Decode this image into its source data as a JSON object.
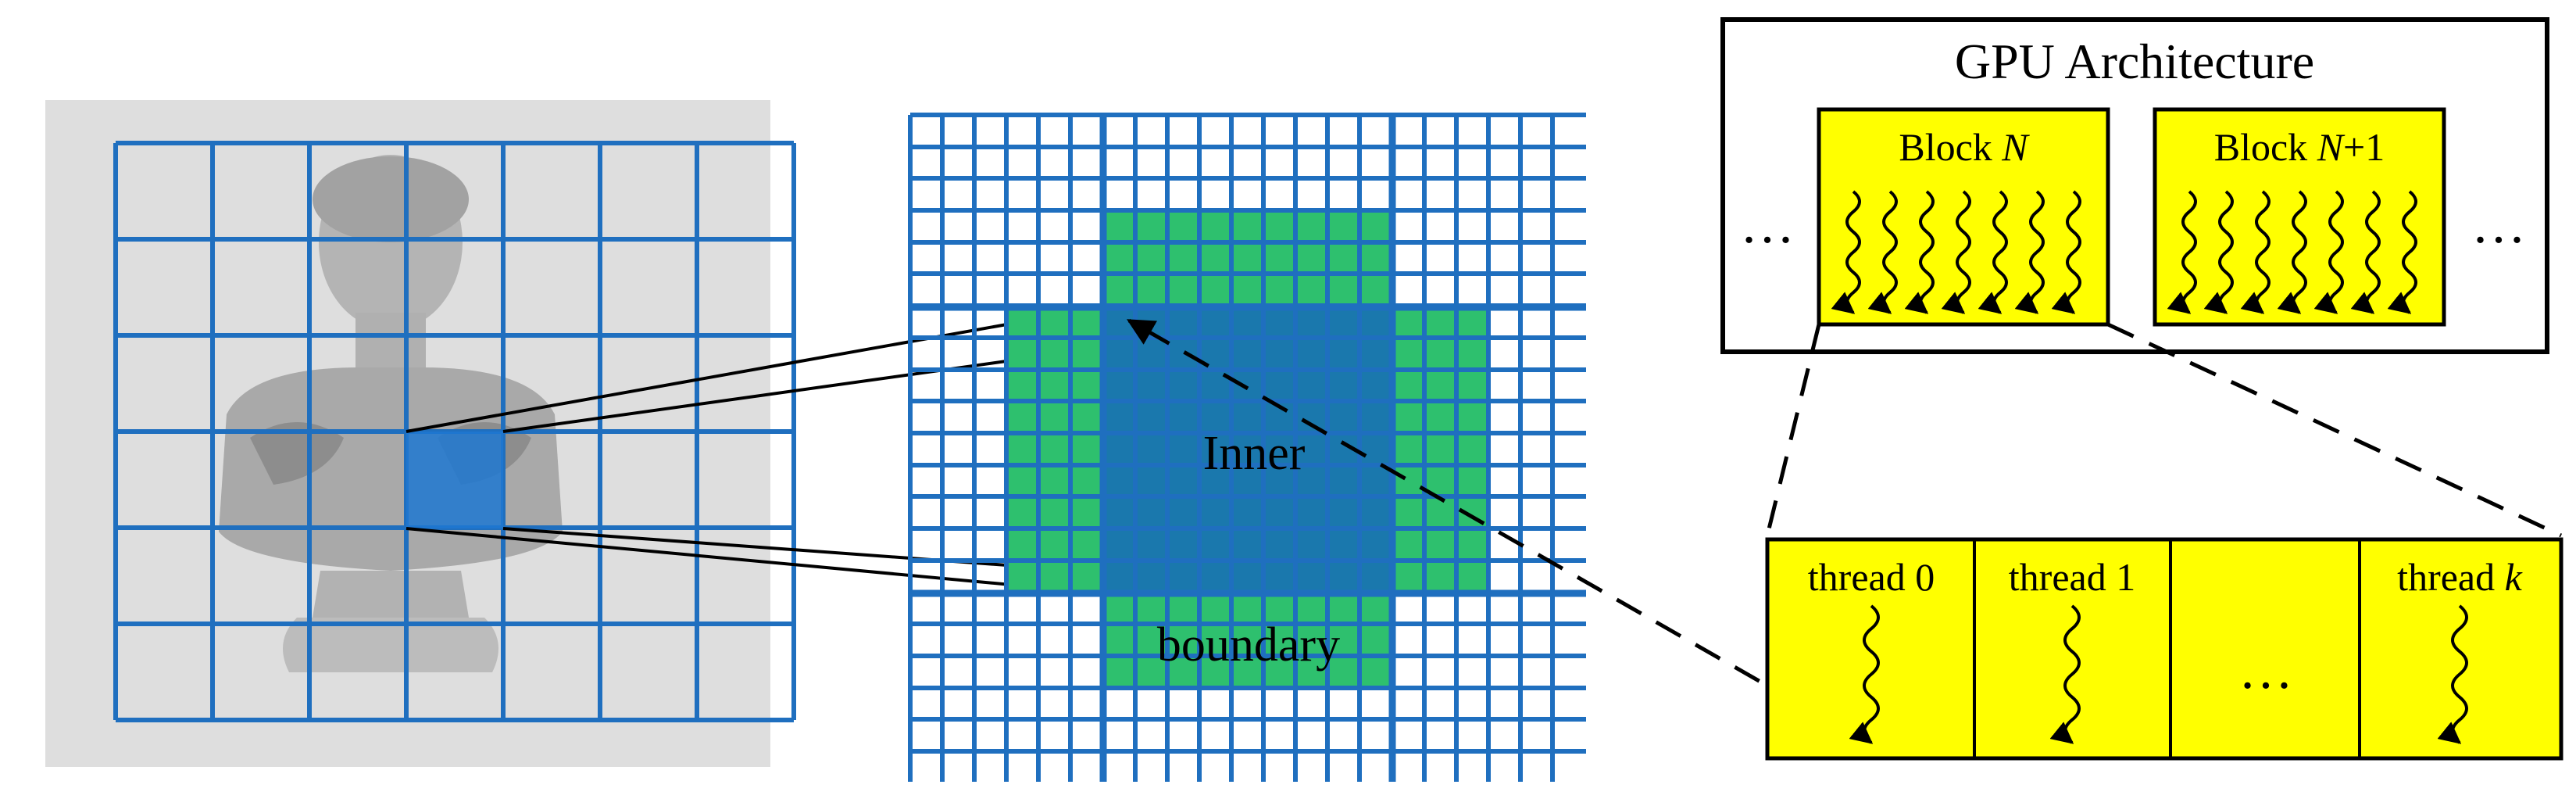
{
  "left_panel": {
    "background_color": "#dedede",
    "grid_color": "#1f6fbf",
    "cell_highlight_color": "#1f78d1"
  },
  "middle_panel": {
    "inner_label": "Inner",
    "boundary_label": "boundary",
    "inner_color": "#1a78ad",
    "boundary_color": "#2ec06e",
    "grid_color": "#1f6fbf"
  },
  "gpu": {
    "title": "GPU Architecture",
    "block_prefix": "Block ",
    "block_n_var": "N",
    "block_n1_var": "N",
    "block_n1_suffix": "+1",
    "ellipsis": "…",
    "block_color": "#ffff00"
  },
  "threads": {
    "thread0_label": "thread 0",
    "thread1_label": "thread 1",
    "threadk_prefix": "thread ",
    "threadk_var": "k",
    "ellipsis": "…"
  }
}
